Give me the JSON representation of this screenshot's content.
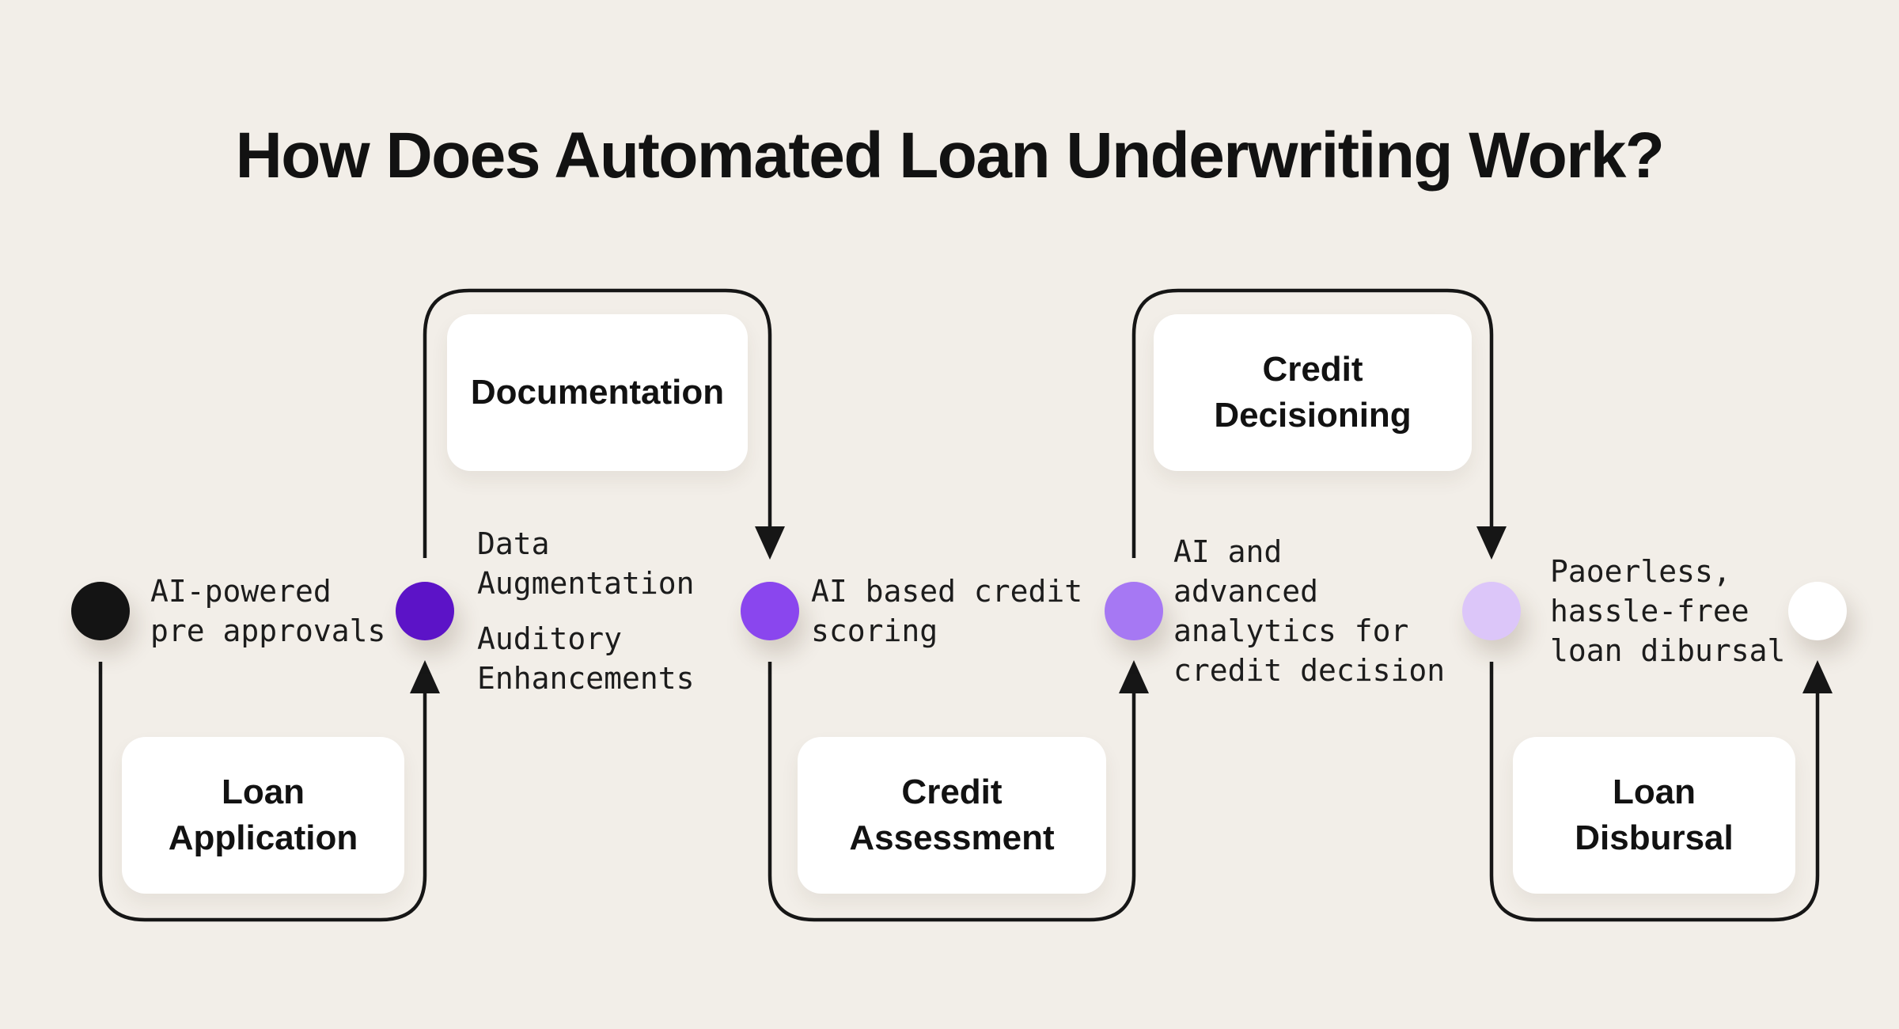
{
  "title": "How Does Automated Loan Underwriting Work?",
  "palette": {
    "background": "#f2eee8",
    "line": "#161616",
    "card": "#ffffff",
    "text": "#121212"
  },
  "steps": [
    {
      "name": "application-start",
      "dot_color": "#141414",
      "note": "AI-powered\npre approvals"
    },
    {
      "name": "documentation",
      "dot_color": "#5c13c7",
      "note": "Data\nAugmentation",
      "note2": "Auditory\nEnhancements"
    },
    {
      "name": "credit-assessment",
      "dot_color": "#8a46ee",
      "note": "AI based credit\nscoring"
    },
    {
      "name": "credit-decisioning",
      "dot_color": "#a678f3",
      "note": "AI and\nadvanced\nanalytics for\ncredit decision"
    },
    {
      "name": "loan-disbursal",
      "dot_color": "#dcc6f9",
      "note": "Paoerless,\nhassle-free\nloan dibursal"
    },
    {
      "name": "process-end",
      "dot_color": "#ffffff",
      "note": ""
    }
  ],
  "stages": [
    {
      "label": "Loan\nApplication",
      "position": "bottom"
    },
    {
      "label": "Documentation",
      "position": "top"
    },
    {
      "label": "Credit\nAssessment",
      "position": "bottom"
    },
    {
      "label": "Credit\nDecisioning",
      "position": "top"
    },
    {
      "label": "Loan\nDisbursal",
      "position": "bottom"
    }
  ]
}
